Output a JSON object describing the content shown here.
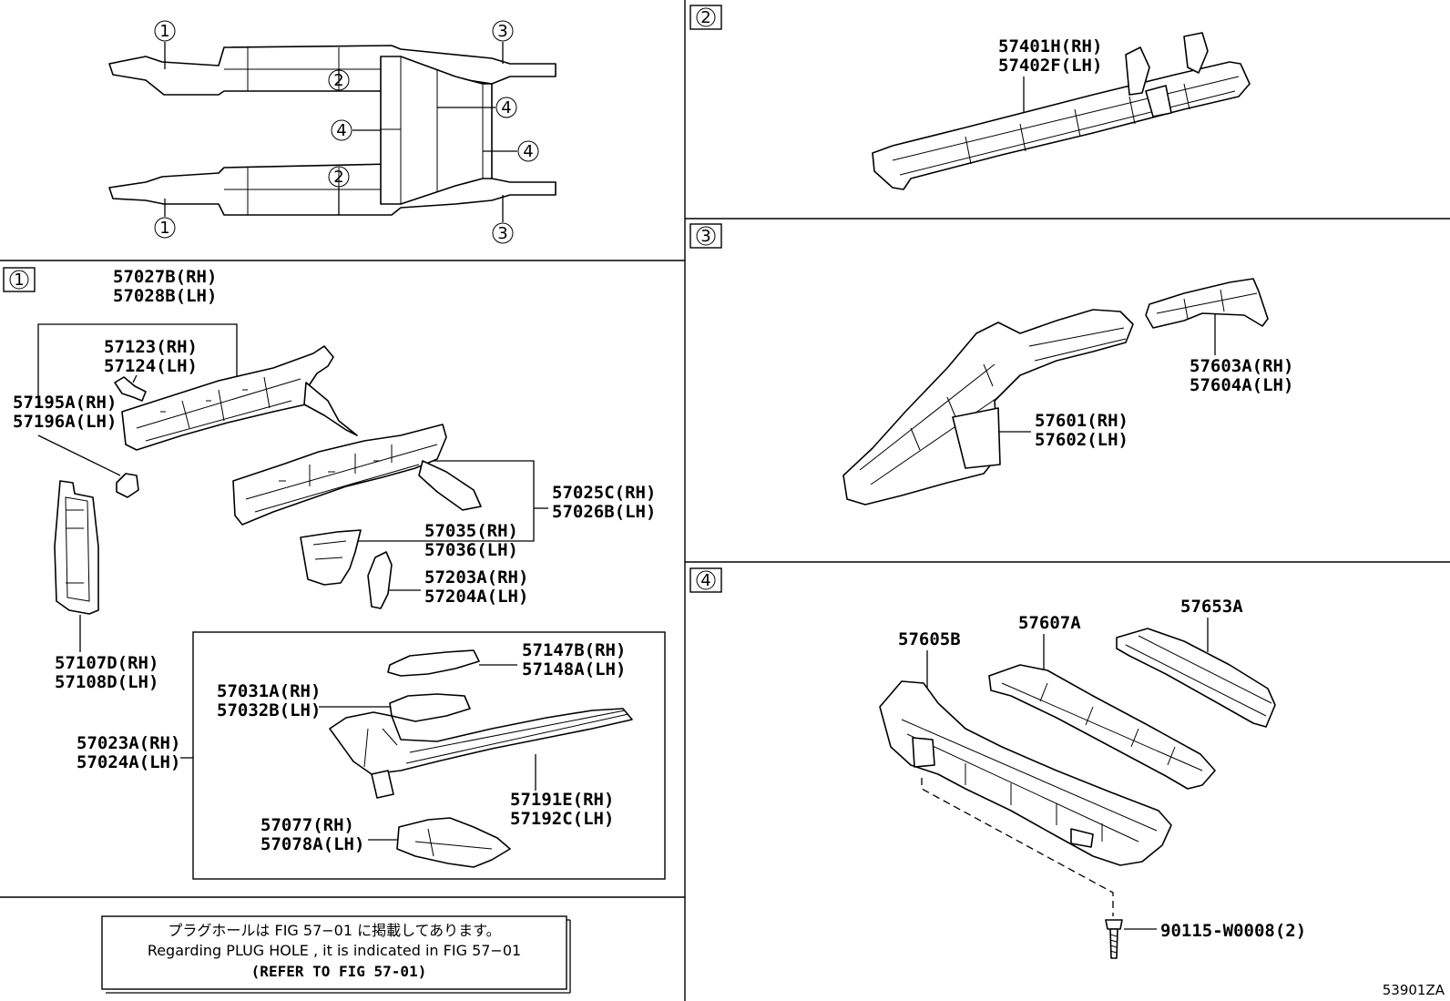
{
  "overview": {
    "callouts": [
      "1",
      "2",
      "3",
      "4"
    ]
  },
  "section1": {
    "badge": "1",
    "labels": {
      "l57027": [
        "57027B(RH)",
        "57028B(LH)"
      ],
      "l57123": [
        "57123(RH)",
        "57124(LH)"
      ],
      "l57195": [
        "57195A(RH)",
        "57196A(LH)"
      ],
      "l57025": [
        "57025C(RH)",
        "57026B(LH)"
      ],
      "l57035": [
        "57035(RH)",
        "57036(LH)"
      ],
      "l57203": [
        "57203A(RH)",
        "57204A(LH)"
      ],
      "l57107": [
        "57107D(RH)",
        "57108D(LH)"
      ],
      "l57147": [
        "57147B(RH)",
        "57148A(LH)"
      ],
      "l57031": [
        "57031A(RH)",
        "57032B(LH)"
      ],
      "l57023": [
        "57023A(RH)",
        "57024A(LH)"
      ],
      "l57191": [
        "57191E(RH)",
        "57192C(LH)"
      ],
      "l57077": [
        "57077(RH)",
        "57078A(LH)"
      ]
    }
  },
  "section2": {
    "badge": "2",
    "labels": {
      "l57401": [
        "57401H(RH)",
        "57402F(LH)"
      ]
    }
  },
  "section3": {
    "badge": "3",
    "labels": {
      "l57603": [
        "57603A(RH)",
        "57604A(LH)"
      ],
      "l57601": [
        "57601(RH)",
        "57602(LH)"
      ]
    }
  },
  "section4": {
    "badge": "4",
    "labels": {
      "l57605": "57605B",
      "l57607": "57607A",
      "l57653": "57653A",
      "l90115": "90115-W0008(2)"
    }
  },
  "note": {
    "line1": "プラグホールは FIG 57−01 に掲載してあります。",
    "line2": "Regarding  PLUG  HOLE , it is indicated in  FIG  57−01",
    "line3": "(REFER TO FIG 57-01)"
  },
  "figure_code": "53901ZA"
}
